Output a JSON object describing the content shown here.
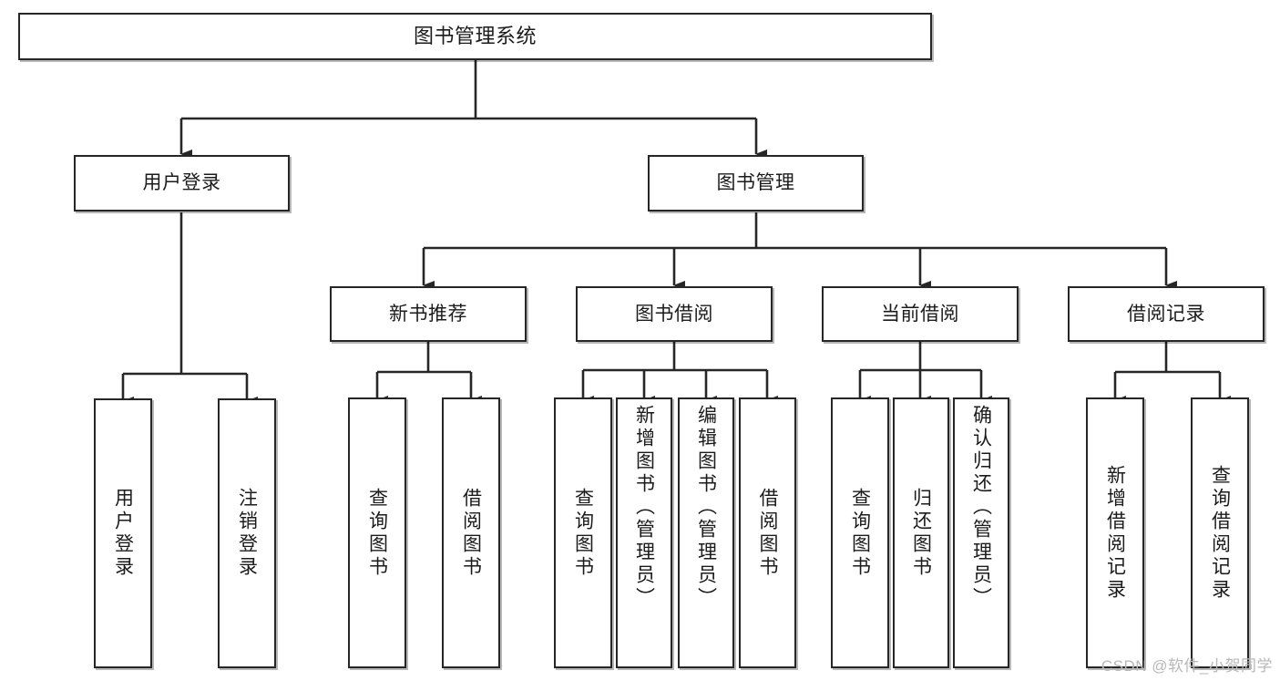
{
  "diagram": {
    "title": "图书管理系统",
    "type": "function-structure-tree",
    "watermark": "CSDN @软件_小贺同学",
    "colors": {
      "box_border": "#262626",
      "box_fill": "#ffffff",
      "edge": "#262626",
      "text": "#1b1b1b",
      "watermark": "#b8b8b8",
      "background": "#ffffff"
    },
    "nodes": {
      "root": {
        "label": "图书管理系统"
      },
      "level2": [
        {
          "id": "user-login",
          "label": "用户登录"
        },
        {
          "id": "book-manage",
          "label": "图书管理"
        }
      ],
      "level3": [
        {
          "id": "new-book-recommend",
          "label": "新书推荐"
        },
        {
          "id": "book-borrow",
          "label": "图书借阅"
        },
        {
          "id": "current-borrow",
          "label": "当前借阅"
        },
        {
          "id": "borrow-record",
          "label": "借阅记录"
        }
      ],
      "leaves": [
        {
          "id": "leaf-user-login",
          "label": "用户登录",
          "parent": "user-login"
        },
        {
          "id": "leaf-logout-login",
          "label": "注销登录",
          "parent": "user-login"
        },
        {
          "id": "leaf-query-book-1",
          "label": "查询图书",
          "parent": "new-book-recommend"
        },
        {
          "id": "leaf-borrow-book-1",
          "label": "借阅图书",
          "parent": "new-book-recommend"
        },
        {
          "id": "leaf-query-book-2",
          "label": "查询图书",
          "parent": "book-borrow"
        },
        {
          "id": "leaf-add-book",
          "label": "新增图书（管理员）",
          "parent": "book-borrow"
        },
        {
          "id": "leaf-edit-book",
          "label": "编辑图书（管理员）",
          "parent": "book-borrow"
        },
        {
          "id": "leaf-borrow-book-2",
          "label": "借阅图书",
          "parent": "book-borrow"
        },
        {
          "id": "leaf-query-book-3",
          "label": "查询图书",
          "parent": "current-borrow"
        },
        {
          "id": "leaf-return-book",
          "label": "归还图书",
          "parent": "current-borrow"
        },
        {
          "id": "leaf-confirm-return",
          "label": "确认归还（管理员）",
          "parent": "current-borrow"
        },
        {
          "id": "leaf-add-record",
          "label": "新增借阅记录",
          "parent": "borrow-record"
        },
        {
          "id": "leaf-query-record",
          "label": "查询借阅记录",
          "parent": "borrow-record"
        }
      ]
    }
  }
}
